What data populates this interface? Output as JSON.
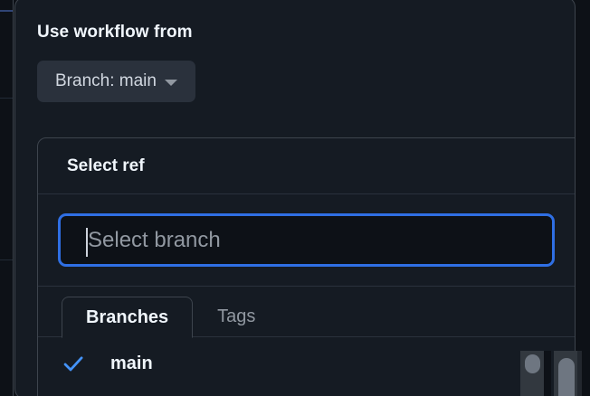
{
  "dialog": {
    "section_heading": "Use workflow from",
    "branch_button": {
      "label": "Branch: main",
      "caret_icon": "chevron-down-icon"
    }
  },
  "ref_picker": {
    "title": "Select ref",
    "search": {
      "placeholder": "Select branch",
      "value": "",
      "focused": true,
      "focus_ring_color": "#2f6fe4"
    },
    "tabs": [
      {
        "label": "Branches",
        "active": true
      },
      {
        "label": "Tags",
        "active": false
      }
    ],
    "items": [
      {
        "label": "main",
        "selected": true,
        "icon": "check-icon"
      }
    ]
  },
  "colors": {
    "dialog_background": "#151b23",
    "page_background": "#0d1117",
    "border": "#3d444d",
    "divider": "#2a313c",
    "button_background": "#2a313c",
    "text_primary": "#f0f6fc",
    "text_secondary": "#9198a1",
    "accent_blue": "#2f6fe4",
    "check_blue": "#4493f8",
    "scrollbar_thumb": "#6e7681"
  }
}
